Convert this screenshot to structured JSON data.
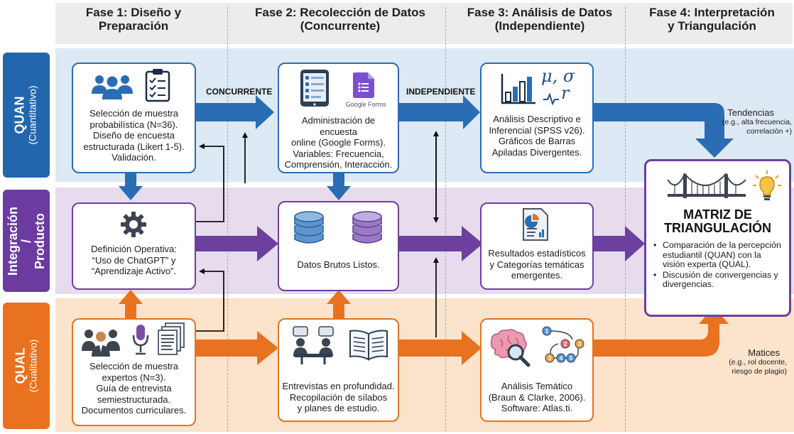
{
  "phases": [
    "Fase 1: Diseño y\nPreparación",
    "Fase 2: Recolección de Datos\n(Concurrente)",
    "Fase 3: Análisis de Datos\n(Independiente)",
    "Fase 4: Interpretación\ny Triangulación"
  ],
  "lanes": {
    "quan": {
      "title": "QUAN",
      "subtitle": "(Cuantitativo)"
    },
    "integration": {
      "title": "Integración /\nProducto"
    },
    "qual": {
      "title": "QUAL",
      "subtitle": "(Cualitativo)"
    }
  },
  "boxes": {
    "quan_design": "Selección de muestra\nprobabilística (N=36).\nDiseño de encuesta\nestructurada (Likert 1-5).\nValidación.",
    "quan_collect": "Administración de encuesta\nonline (Google Forms).\nVariables: Frecuencia,\nComprensión, Interacción.",
    "quan_analysis": "Análisis Descriptivo e\nInferencial (SPSS v26).\nGráficos de Barras\nApiladas Divergentes.",
    "int_definition": "Definición Operativa:\n“Uso de ChatGPT” y\n“Aprendizaje Activo”.",
    "int_data": "Datos Brutos Listos.",
    "int_results": "Resultados estadísticos\ny Categorías temáticas\nemergentes.",
    "qual_design": "Selección de muestra\nexpertos (N=3).\nGuía de entrevista\nsemiestructurada.\nDocumentos curriculares.",
    "qual_collect": "Entrevistas en profundidad.\nRecopilación de sílabos\ny planes de estudio.",
    "qual_analysis": "Análisis Temático\n(Braun & Clarke, 2006).\nSoftware: Atlas.ti."
  },
  "google_forms_label": "Google Forms",
  "stats_symbols": {
    "line1": "μ, σ",
    "line2": "r"
  },
  "flow_labels": {
    "concurrent": "CONCURRENTE",
    "independent": "INDEPENDIENTE"
  },
  "notes": {
    "trends_title": "Tendencias",
    "trends_detail": "(e.g., alta frecuencia,\ncorrelación +)",
    "nuances_title": "Matices",
    "nuances_detail": "(e.g., rol docente,\nriesgo de plagio)"
  },
  "matrix": {
    "title": "MATRIZ DE\nTRIANGULACIÓN",
    "items": [
      "Comparación de la percepción estudiantil (QUAN) con la visión experta (QUAL).",
      "Discusión de convergencias y divergencias."
    ]
  },
  "flow_numbers": [
    "1",
    "2",
    "3",
    "3",
    "4",
    "5"
  ],
  "colors": {
    "quan": "#2266ad",
    "integration": "#6b3ba0",
    "qual": "#e8721f",
    "quan_band": "#dde9f4",
    "integration_band": "#e7dcee",
    "qual_band": "#fbe3cc"
  },
  "icons": [
    "people-group-icon",
    "clipboard-checklist-icon",
    "tablet-survey-icon",
    "google-forms-icon",
    "bar-chart-icon",
    "statistics-symbols-icon",
    "gear-icon",
    "database-blue-icon",
    "database-purple-icon",
    "report-document-icon",
    "bridge-icon",
    "lightbulb-icon",
    "experts-group-icon",
    "microphone-icon",
    "documents-stack-icon",
    "meeting-table-icon",
    "open-book-icon",
    "brain-magnifier-icon",
    "thematic-flow-icon"
  ]
}
